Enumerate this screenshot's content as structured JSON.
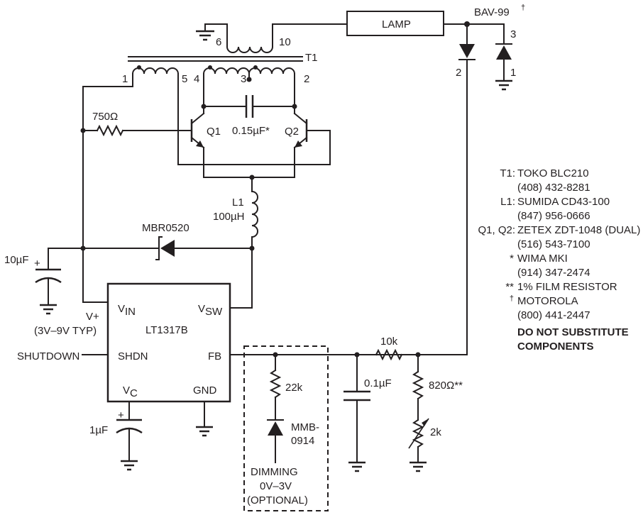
{
  "components": {
    "lamp": "LAMP",
    "bav99": "BAV-99",
    "bav99_mark": "†",
    "bav_pin3": "3",
    "bav_pin2": "2",
    "bav_pin1": "1",
    "t1": "T1",
    "t1_pin6": "6",
    "t1_pin10": "10",
    "t1_pin1": "1",
    "t1_pin5": "5",
    "t1_pin4": "4",
    "t1_pin3": "3",
    "t1_pin2": "2",
    "r750": "750Ω",
    "q1": "Q1",
    "q2": "Q2",
    "c015": "0.15µF*",
    "l1": "L1",
    "l1_val": "100µH",
    "mbr": "MBR0520",
    "c10": "10µF",
    "plus": "+",
    "vplus": "V+",
    "vrange": "(3V–9V TYP)",
    "shutdown": "SHUTDOWN",
    "c1": "1µF",
    "r10k": "10k",
    "c01": "0.1µF",
    "r820": "820Ω**",
    "r2k": "2k",
    "r22k": "22k",
    "mmb1": "MMB-",
    "mmb2": "0914",
    "dim1": "DIMMING",
    "dim2": "0V–3V",
    "dim3": "(OPTIONAL)"
  },
  "ic": {
    "name": "LT1317B",
    "vin": "V",
    "vin_sub": "IN",
    "vsw": "V",
    "vsw_sub": "SW",
    "shdn": "SHDN",
    "fb": "FB",
    "vc": "V",
    "vc_sub": "C",
    "gnd": "GND"
  },
  "notes": [
    {
      "prefix": "T1:",
      "text": "TOKO BLC210"
    },
    {
      "prefix": "",
      "text": "(408) 432-8281"
    },
    {
      "prefix": "L1:",
      "text": "SUMIDA CD43-100"
    },
    {
      "prefix": "",
      "text": "(847) 956-0666"
    },
    {
      "prefix": "Q1, Q2:",
      "text": "ZETEX ZDT-1048 (DUAL)"
    },
    {
      "prefix": "",
      "text": "(516) 543-7100"
    },
    {
      "prefix": "*",
      "text": "WIMA MKI"
    },
    {
      "prefix": "",
      "text": "(914) 347-2474"
    },
    {
      "prefix": "**",
      "text": "1% FILM RESISTOR"
    },
    {
      "prefix": "†",
      "text": "MOTOROLA"
    },
    {
      "prefix": "",
      "text": "(800) 441-2447"
    }
  ],
  "warning": [
    "DO NOT SUBSTITUTE",
    "COMPONENTS"
  ]
}
